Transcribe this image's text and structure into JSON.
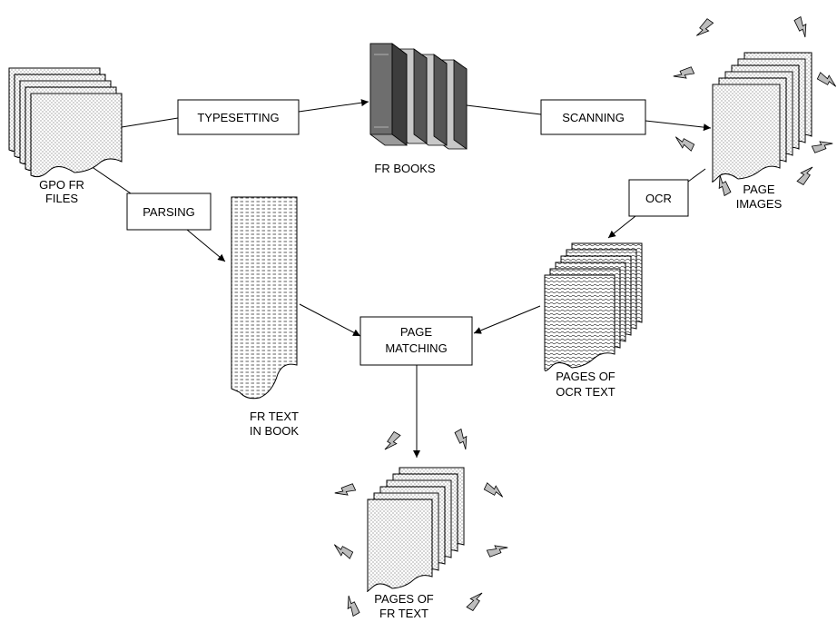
{
  "nodes": {
    "gpo_files": {
      "line1": "GPO FR",
      "line2": "FILES"
    },
    "fr_books": {
      "label": "FR BOOKS"
    },
    "page_images": {
      "line1": "PAGE",
      "line2": "IMAGES"
    },
    "fr_text_in_book": {
      "line1": "FR TEXT",
      "line2": "IN BOOK"
    },
    "pages_ocr_text": {
      "line1": "PAGES OF",
      "line2": "OCR TEXT"
    },
    "pages_fr_text": {
      "line1": "PAGES OF",
      "line2": "FR TEXT"
    }
  },
  "processes": {
    "typesetting": "TYPESETTING",
    "scanning": "SCANNING",
    "parsing": "PARSING",
    "ocr": "OCR",
    "page_matching_line1": "PAGE",
    "page_matching_line2": "MATCHING"
  },
  "colors": {
    "stroke": "#000000",
    "spark_fill": "#bdbdbd",
    "book_dark": "#555555",
    "book_light": "#c8c8c8"
  }
}
